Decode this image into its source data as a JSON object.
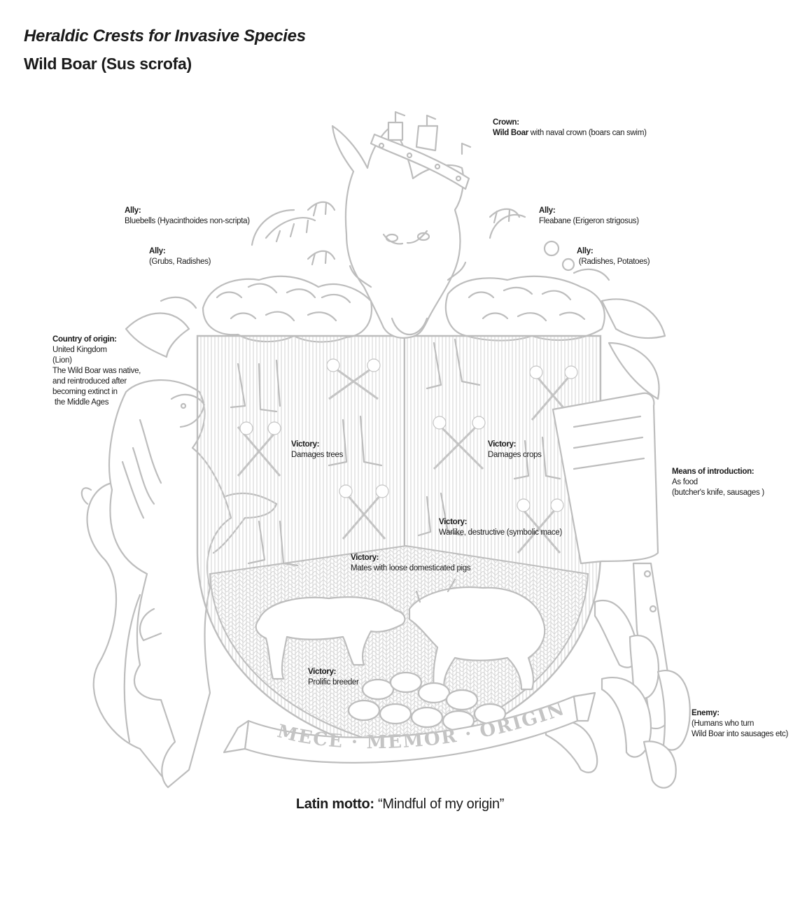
{
  "header": {
    "title": "Heraldic Crests for Invasive Species",
    "subtitle": "Wild Boar (Sus scrofa)"
  },
  "annotations": {
    "crown": {
      "heading": "Crown:",
      "bold_text": "Wild Boar",
      "text": " with naval crown (boars can swim)"
    },
    "ally_bluebells": {
      "heading": "Ally:",
      "lines": [
        "Bluebells (Hyacinthoides non-scripta)"
      ]
    },
    "ally_grubs": {
      "heading": "Ally:",
      "lines": [
        "(Grubs, Radishes)"
      ]
    },
    "ally_fleabane": {
      "heading": "Ally:",
      "lines": [
        "Fleabane (Erigeron strigosus)"
      ]
    },
    "ally_radishes": {
      "heading": "Ally:",
      "lines": [
        " (Radishes, Potatoes)"
      ]
    },
    "country": {
      "heading": "Country of origin:",
      "lines": [
        "United Kingdom",
        "(Lion)",
        "The Wild Boar was native,",
        "and reintroduced after",
        "becoming extinct in",
        " the Middle Ages"
      ]
    },
    "victory_trees": {
      "heading": "Victory:",
      "lines": [
        "Damages trees"
      ]
    },
    "victory_crops": {
      "heading": "Victory:",
      "lines": [
        "Damages crops"
      ]
    },
    "victory_mace": {
      "heading": "Victory:",
      "lines": [
        "Warlike, destructive (symbolic mace)"
      ]
    },
    "victory_mates": {
      "heading": "Victory:",
      "lines": [
        "Mates with loose domesticated pigs"
      ]
    },
    "victory_breeder": {
      "heading": "Victory:",
      "lines": [
        "Prolific breeder"
      ]
    },
    "means": {
      "heading": "Means of introduction:",
      "lines": [
        "As food",
        "(butcher's knife, sausages )"
      ]
    },
    "enemy": {
      "heading": "Enemy:",
      "lines": [
        "(Humans who turn",
        "Wild Boar into sausages etc)"
      ]
    }
  },
  "motto": {
    "banner_text": "MECE · MEMOR · ORIGINIS",
    "caption_label": "Latin motto:",
    "caption_text": " “Mindful of my origin”"
  },
  "colors": {
    "line_art": "#bdbdbd",
    "text": "#1a1a1a",
    "background": "#ffffff"
  }
}
